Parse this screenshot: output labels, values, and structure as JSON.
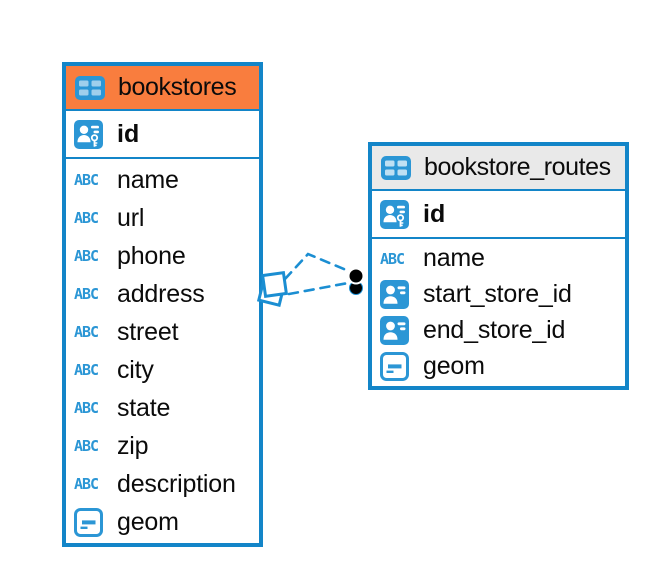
{
  "app": {
    "view_label": "entity relationship diagram"
  },
  "icons": {
    "text_type_label": "ABC"
  },
  "colors": {
    "table_border": "#1385c8",
    "bookstores_header_bg": "#f97d3e",
    "routes_header_bg": "#e9e9e9",
    "icon_blue": "#2b96d5",
    "connector_blue": "#1b8ed2",
    "text": "#0b0b0b"
  },
  "tables": [
    {
      "name": "bookstores",
      "primary_key": "id",
      "columns": [
        {
          "name": "name",
          "type_icon": "text"
        },
        {
          "name": "url",
          "type_icon": "text"
        },
        {
          "name": "phone",
          "type_icon": "text"
        },
        {
          "name": "address",
          "type_icon": "text"
        },
        {
          "name": "street",
          "type_icon": "text"
        },
        {
          "name": "city",
          "type_icon": "text"
        },
        {
          "name": "state",
          "type_icon": "text"
        },
        {
          "name": "zip",
          "type_icon": "text"
        },
        {
          "name": "description",
          "type_icon": "text"
        },
        {
          "name": "geom",
          "type_icon": "geometry"
        }
      ]
    },
    {
      "name": "bookstore_routes",
      "primary_key": "id",
      "columns": [
        {
          "name": "name",
          "type_icon": "text"
        },
        {
          "name": "start_store_id",
          "type_icon": "reference"
        },
        {
          "name": "end_store_id",
          "type_icon": "reference"
        },
        {
          "name": "geom",
          "type_icon": "geometry"
        }
      ]
    }
  ],
  "relationship": {
    "between": [
      "bookstores",
      "bookstore_routes"
    ],
    "line_style": "dashed",
    "line_count": 2
  }
}
